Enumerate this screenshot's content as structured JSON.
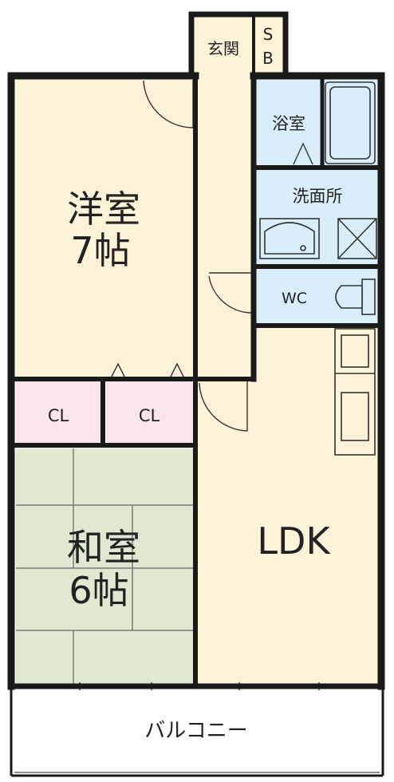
{
  "colors": {
    "wall": "#1a1a1a",
    "western_room": "#fdf3d9",
    "ldk": "#fdf3d9",
    "hall": "#fdf3d9",
    "wet_area": "#daeefa",
    "closet": "#fce4ee",
    "tatami": "#dfe9d2",
    "balcony": "#ffffff"
  },
  "rooms": {
    "genkan": "玄関",
    "sb_1": "S",
    "sb_2": "B",
    "bath": "浴室",
    "washroom": "洗面所",
    "wc": "WC",
    "western_room": "洋室",
    "western_room_size": "7帖",
    "closet_1": "CL",
    "closet_2": "CL",
    "japanese_room": "和室",
    "japanese_room_size": "6帖",
    "ldk": "LDK",
    "balcony": "バルコニー"
  }
}
